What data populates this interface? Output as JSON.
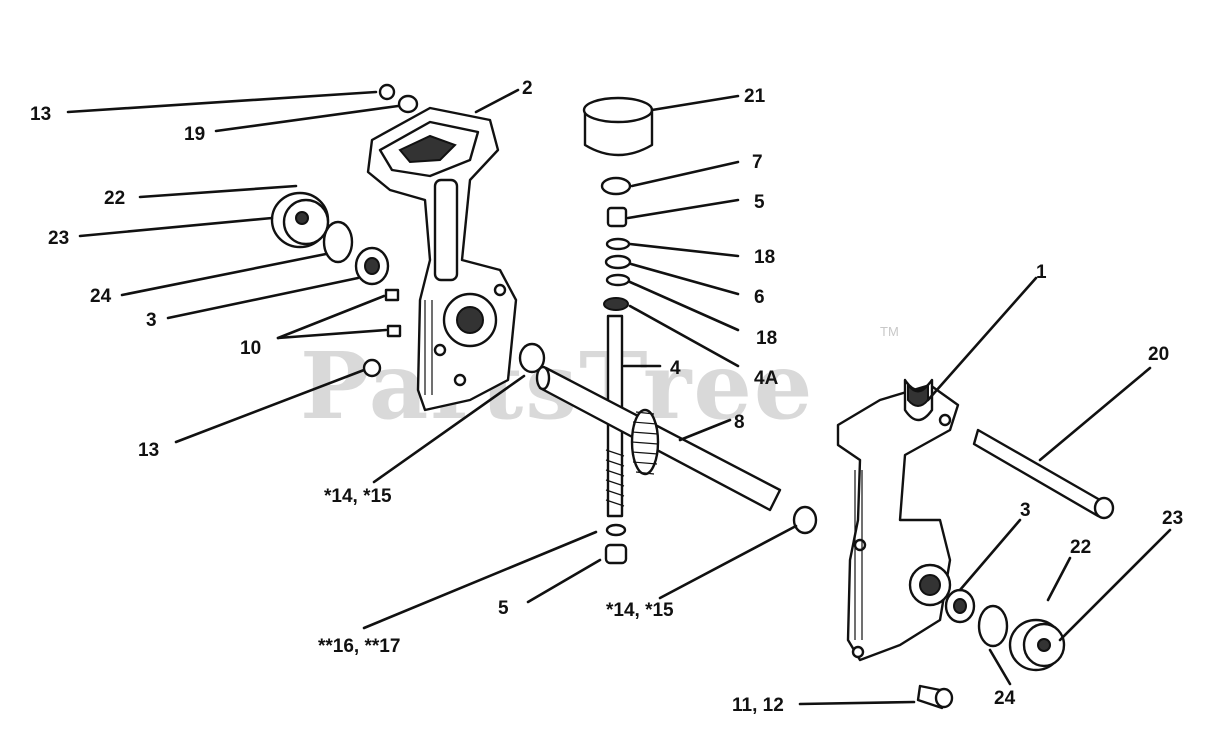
{
  "watermark": {
    "text": "PartsTree",
    "trademark": "TM"
  },
  "callouts": [
    {
      "id": "c13a",
      "text": "13"
    },
    {
      "id": "c19",
      "text": "19"
    },
    {
      "id": "c2",
      "text": "2"
    },
    {
      "id": "c22a",
      "text": "22"
    },
    {
      "id": "c23a",
      "text": "23"
    },
    {
      "id": "c24a",
      "text": "24"
    },
    {
      "id": "c3a",
      "text": "3"
    },
    {
      "id": "c10",
      "text": "10"
    },
    {
      "id": "c13b",
      "text": "13"
    },
    {
      "id": "c1415a",
      "text": "*14, *15"
    },
    {
      "id": "c21",
      "text": "21"
    },
    {
      "id": "c7",
      "text": "7"
    },
    {
      "id": "c5a",
      "text": "5"
    },
    {
      "id": "c18a",
      "text": "18"
    },
    {
      "id": "c6",
      "text": "6"
    },
    {
      "id": "c18b",
      "text": "18"
    },
    {
      "id": "c4a",
      "text": "4A"
    },
    {
      "id": "c4",
      "text": "4"
    },
    {
      "id": "c8",
      "text": "8"
    },
    {
      "id": "c1617",
      "text": "**16, **17"
    },
    {
      "id": "c5b",
      "text": "5"
    },
    {
      "id": "c1415b",
      "text": "*14, *15"
    },
    {
      "id": "c1",
      "text": "1"
    },
    {
      "id": "c20",
      "text": "20"
    },
    {
      "id": "c3b",
      "text": "3"
    },
    {
      "id": "c22b",
      "text": "22"
    },
    {
      "id": "c23b",
      "text": "23"
    },
    {
      "id": "c24b",
      "text": "24"
    },
    {
      "id": "c1112",
      "text": "11, 12"
    }
  ]
}
